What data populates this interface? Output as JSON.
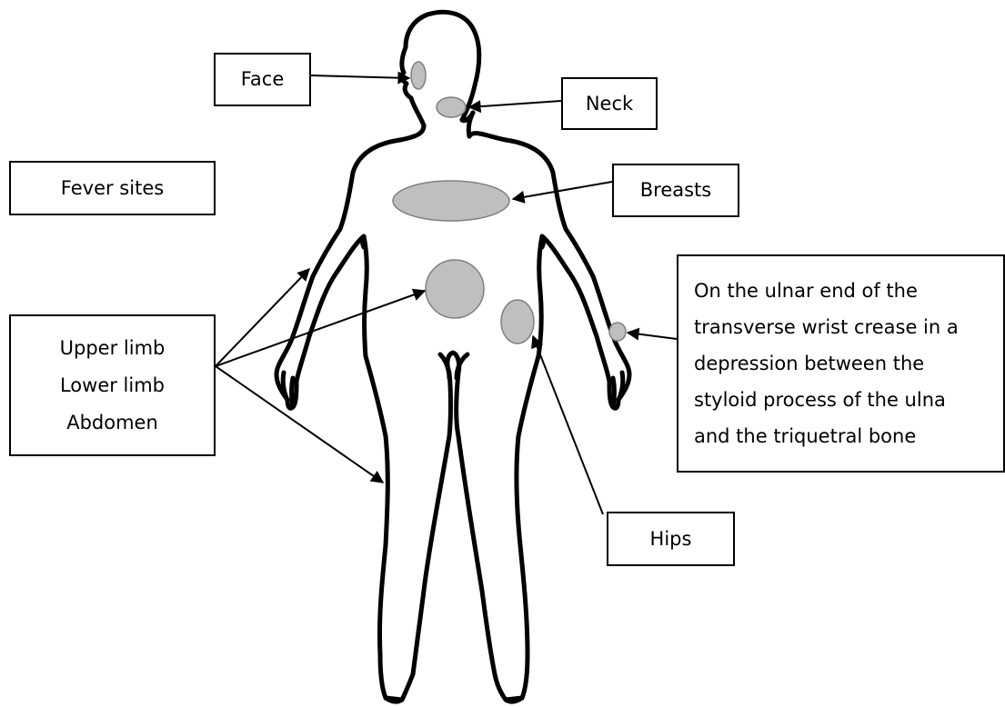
{
  "labels": {
    "face": "Face",
    "neck": "Neck",
    "fever_sites": "Fever sites",
    "breasts": "Breasts",
    "limbs": [
      "Upper limb",
      "Lower limb",
      "Abdomen"
    ],
    "wrist": [
      "On the ulnar end of the",
      "transverse wrist crease in a",
      "depression between the",
      "styloid process of the ulna",
      "and the triquetral bone"
    ],
    "hips": "Hips"
  },
  "colors": {
    "outline": "#000000",
    "site_fill": "#bfbfbf",
    "site_stroke": "#7f7f7f"
  }
}
